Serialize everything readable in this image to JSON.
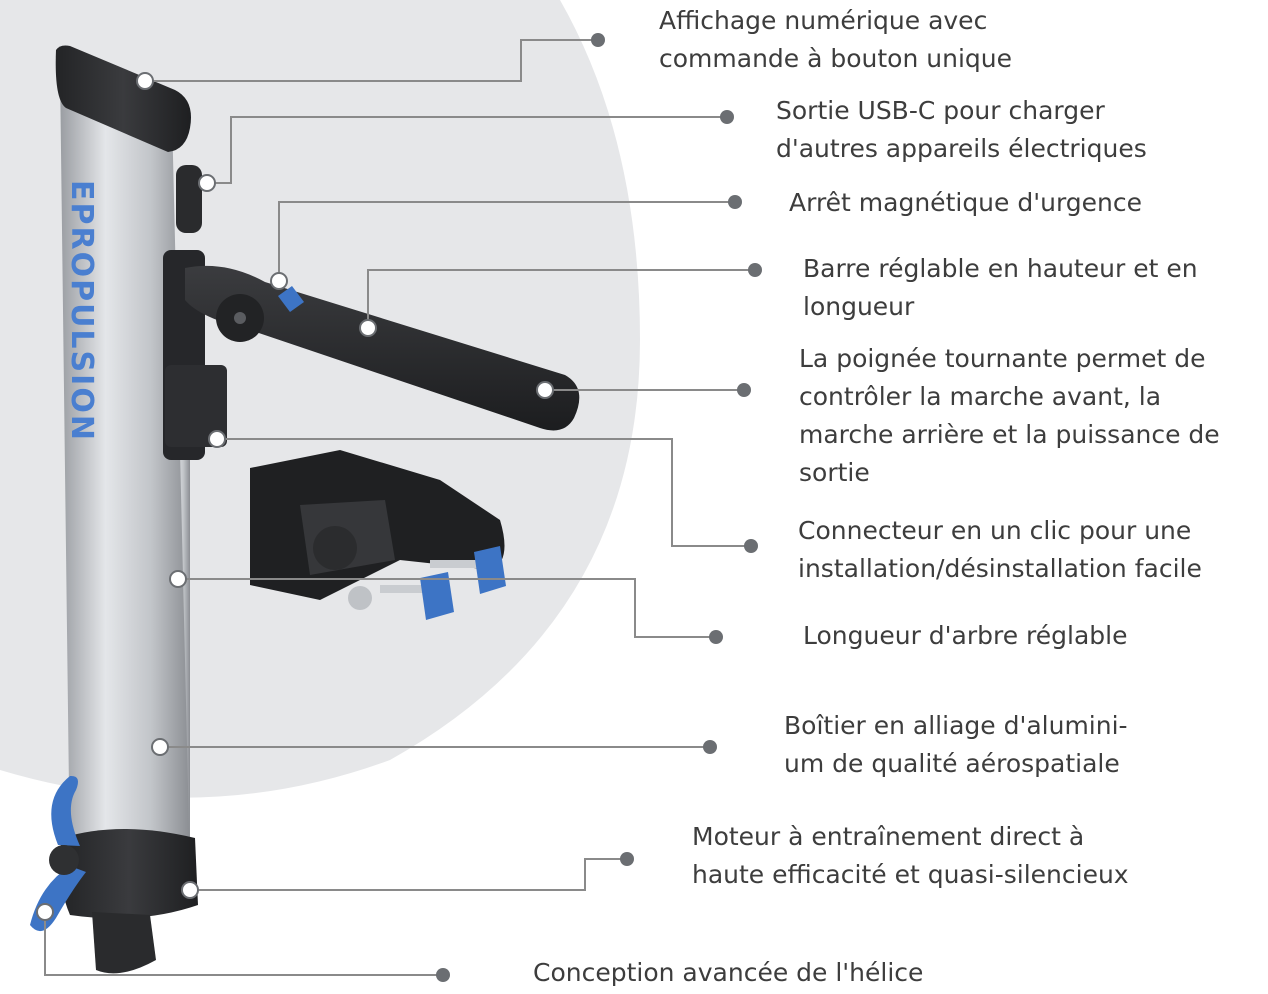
{
  "brand_text": "EPROPULSION",
  "colors": {
    "background": "#ffffff",
    "circle": "#e6e7e9",
    "text": "#3d3d3d",
    "leader": "#8a8a8a",
    "dot": "#6b6e72",
    "accent_blue": "#3d74c5",
    "housing_dark": "#2f3032",
    "shaft_silver": "#b9bcc0"
  },
  "callouts": [
    {
      "id": "display",
      "lines": [
        "Affichage numérique avec",
        "commande à bouton unique"
      ]
    },
    {
      "id": "usbc",
      "lines": [
        "Sortie USB-C pour charger",
        "d'autres appareils électriques"
      ]
    },
    {
      "id": "kill-switch",
      "lines": [
        "Arrêt magnétique d'urgence"
      ]
    },
    {
      "id": "tiller",
      "lines": [
        "Barre réglable en hauteur et en",
        "longueur"
      ]
    },
    {
      "id": "twist-grip",
      "lines": [
        "La poignée tournante permet de",
        "contrôler la marche avant, la",
        "marche arrière et la puissance de",
        "sortie"
      ]
    },
    {
      "id": "connector",
      "lines": [
        "Connecteur en un clic pour une",
        "installation/désinstallation facile"
      ]
    },
    {
      "id": "shaft",
      "lines": [
        "Longueur d'arbre réglable"
      ]
    },
    {
      "id": "housing",
      "lines": [
        "Boîtier en alliage d'alumini-",
        "um de qualité aérospatiale"
      ]
    },
    {
      "id": "motor",
      "lines": [
        "Moteur à entraînement direct à",
        "haute efficacité et quasi-silencieux"
      ]
    },
    {
      "id": "propeller",
      "lines": [
        "Conception avancée de l'hélice"
      ]
    }
  ]
}
